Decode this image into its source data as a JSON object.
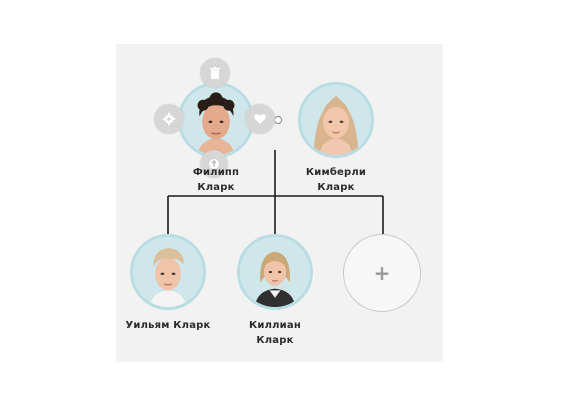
{
  "tree": {
    "parents": [
      {
        "id": "filipp",
        "first_name": "Филипп",
        "last_name": "Кларк",
        "portrait_bg": "#cfe7ea"
      },
      {
        "id": "kimberly",
        "first_name": "Кимберли",
        "last_name": "Кларк",
        "portrait_bg": "#cfe7ea"
      }
    ],
    "children": [
      {
        "id": "william",
        "full_name": "Уильям Кларк"
      },
      {
        "id": "killian",
        "first_name": "Киллиан",
        "last_name": "Кларк"
      }
    ],
    "add_child_label": "+",
    "selected_actions": [
      {
        "id": "delete",
        "icon": "trash-icon"
      },
      {
        "id": "settings",
        "icon": "gear-icon"
      },
      {
        "id": "relationship",
        "icon": "heart-icon"
      },
      {
        "id": "info",
        "icon": "arrow-icon"
      }
    ]
  },
  "colors": {
    "panel_bg": "#f2f2f2",
    "portrait_ring": "#b9dde2",
    "action_button_bg": "#d6d6d6",
    "connector_line": "#1a1a1a"
  }
}
